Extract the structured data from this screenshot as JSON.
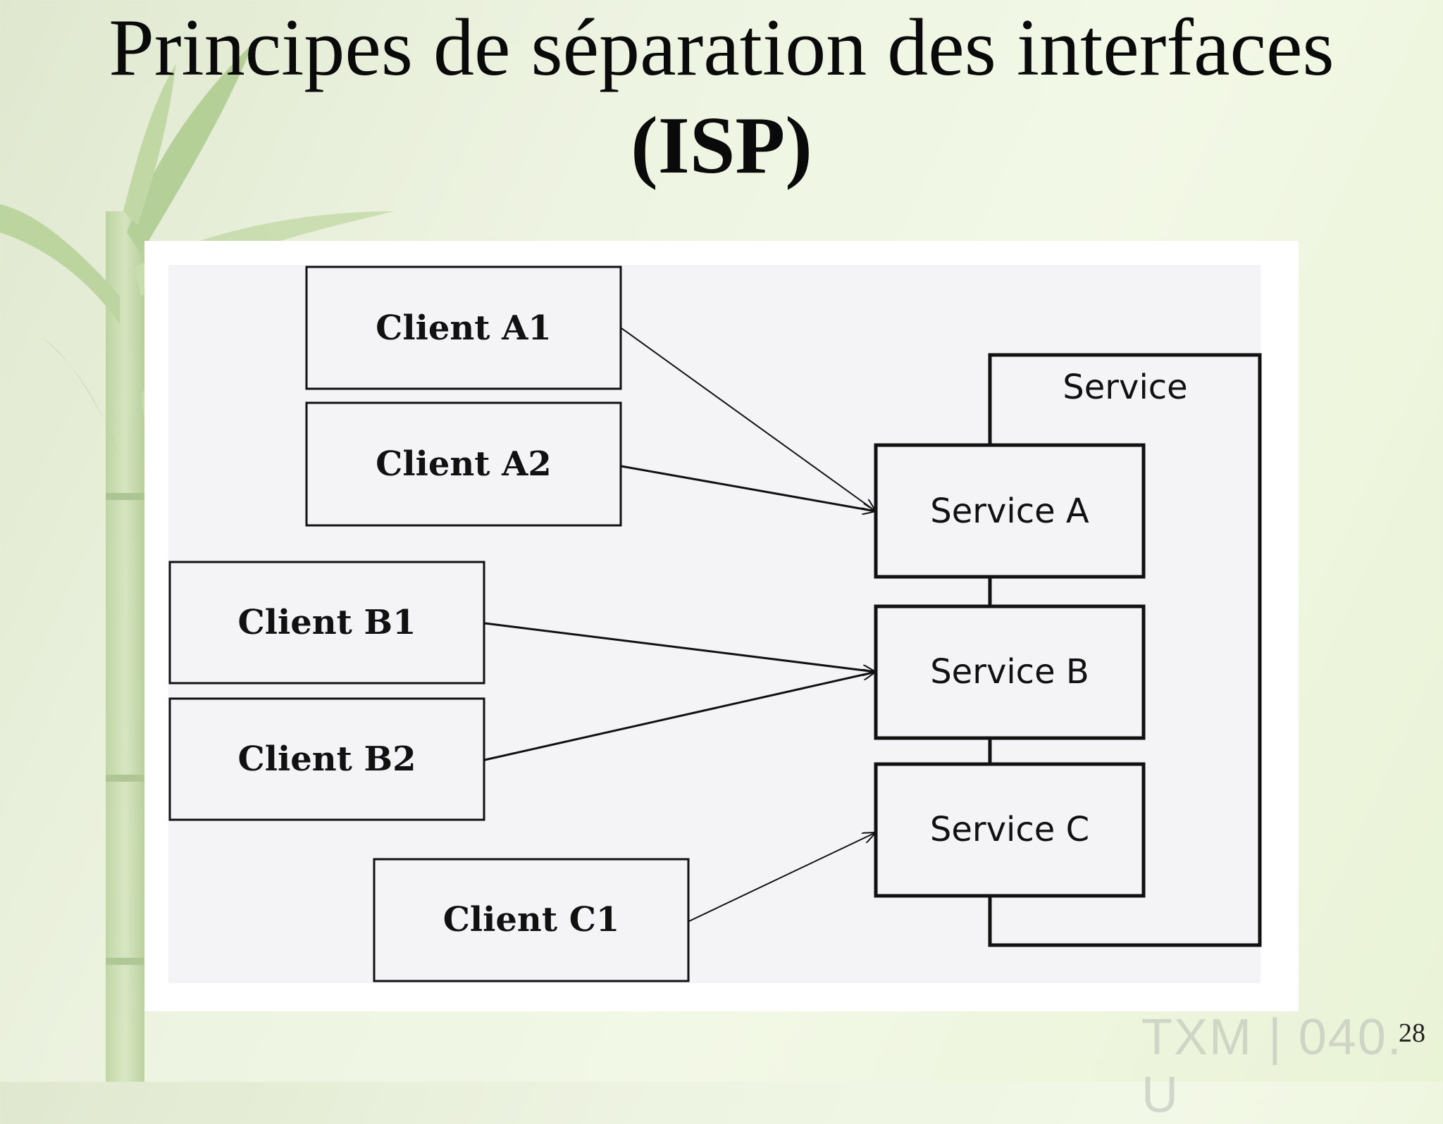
{
  "slide": {
    "title_line1": "Principes de séparation des interfaces",
    "title_line2": "(ISP)",
    "page_number": "28",
    "watermark": "TXM | 040. U"
  },
  "diagram": {
    "clients": [
      {
        "id": "a1",
        "label": "Client A1"
      },
      {
        "id": "a2",
        "label": "Client A2"
      },
      {
        "id": "b1",
        "label": "Client B1"
      },
      {
        "id": "b2",
        "label": "Client B2"
      },
      {
        "id": "c1",
        "label": "Client C1"
      }
    ],
    "service": {
      "label": "Service",
      "interfaces": [
        {
          "id": "sa",
          "label": "Service A"
        },
        {
          "id": "sb",
          "label": "Service B"
        },
        {
          "id": "sc",
          "label": "Service C"
        }
      ]
    },
    "edges": [
      {
        "from": "a1",
        "to": "sa"
      },
      {
        "from": "a2",
        "to": "sa"
      },
      {
        "from": "b1",
        "to": "sb"
      },
      {
        "from": "b2",
        "to": "sb"
      },
      {
        "from": "c1",
        "to": "sc"
      }
    ]
  }
}
